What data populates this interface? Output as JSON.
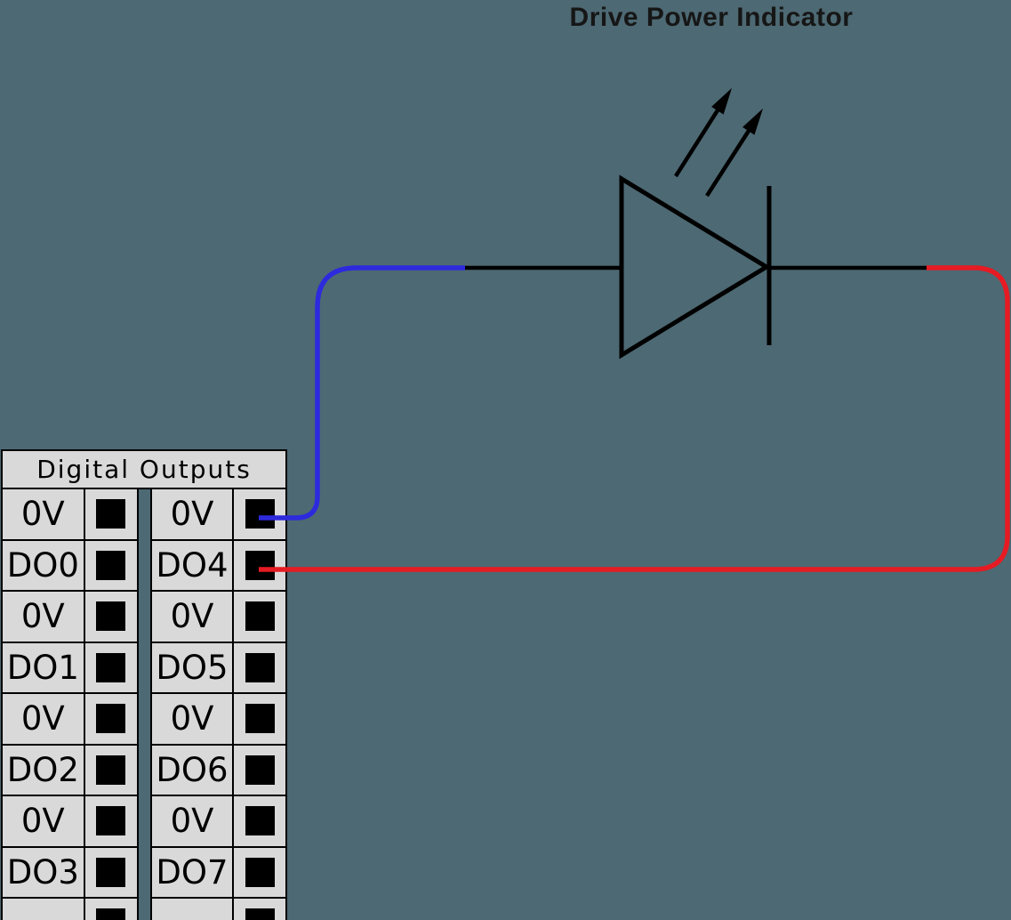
{
  "title": "Drive Power Indicator",
  "colors": {
    "background": "#4d6973",
    "cell_bg": "#d9d9d9",
    "line_black": "#000000",
    "wire_blue": "#2d2ade",
    "wire_red": "#e61b23",
    "title_color": "#161616"
  },
  "terminal_block": {
    "header": "Digital Outputs",
    "left_labels": [
      "0V",
      "DO0",
      "0V",
      "DO1",
      "0V",
      "DO2",
      "0V",
      "DO3"
    ],
    "right_labels": [
      "0V",
      "DO4",
      "0V",
      "DO5",
      "0V",
      "DO6",
      "0V",
      "DO7"
    ]
  }
}
